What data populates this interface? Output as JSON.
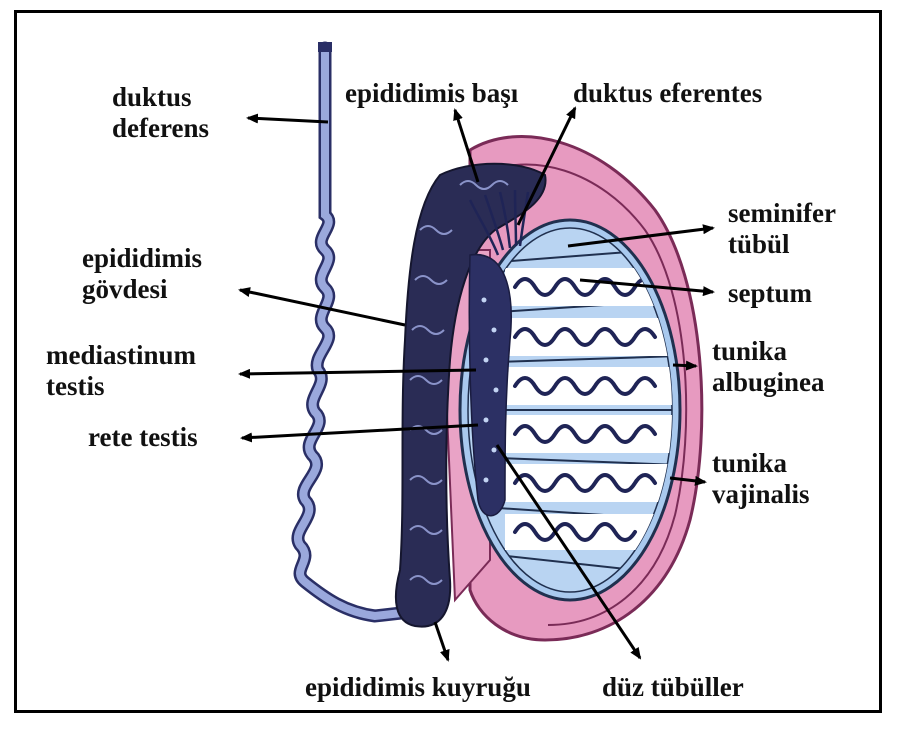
{
  "colors": {
    "ductus": "#9aa8dc",
    "ductus_stroke": "#2a2f66",
    "epididymis": "#2a2c55",
    "tunica_pink": "#e79ac0",
    "tunica_stroke": "#7a2b57",
    "testis_blue": "#a9c9ee",
    "lobule_fill": "#ffffff",
    "tubule": "#1f2456",
    "arrow": "#000000"
  },
  "labels": {
    "ductus_deferens": [
      "duktus",
      "deferens"
    ],
    "epididymis_head": "epididimis başı",
    "ductuli_efferentes": "duktus eferentes",
    "seminiferous_tubule": [
      "seminifer",
      "tübül"
    ],
    "septum": "septum",
    "epididymis_body": [
      "epididimis",
      "gövdesi"
    ],
    "mediastinum_testis": [
      "mediastinum",
      "testis"
    ],
    "tunica_albuginea": [
      "tunika",
      "albuginea"
    ],
    "rete_testis": "rete testis",
    "tunica_vaginalis": [
      "tunika",
      "vajinalis"
    ],
    "epididymis_tail": "epididimis kuyruğu",
    "straight_tubules": "düz tübüller"
  }
}
